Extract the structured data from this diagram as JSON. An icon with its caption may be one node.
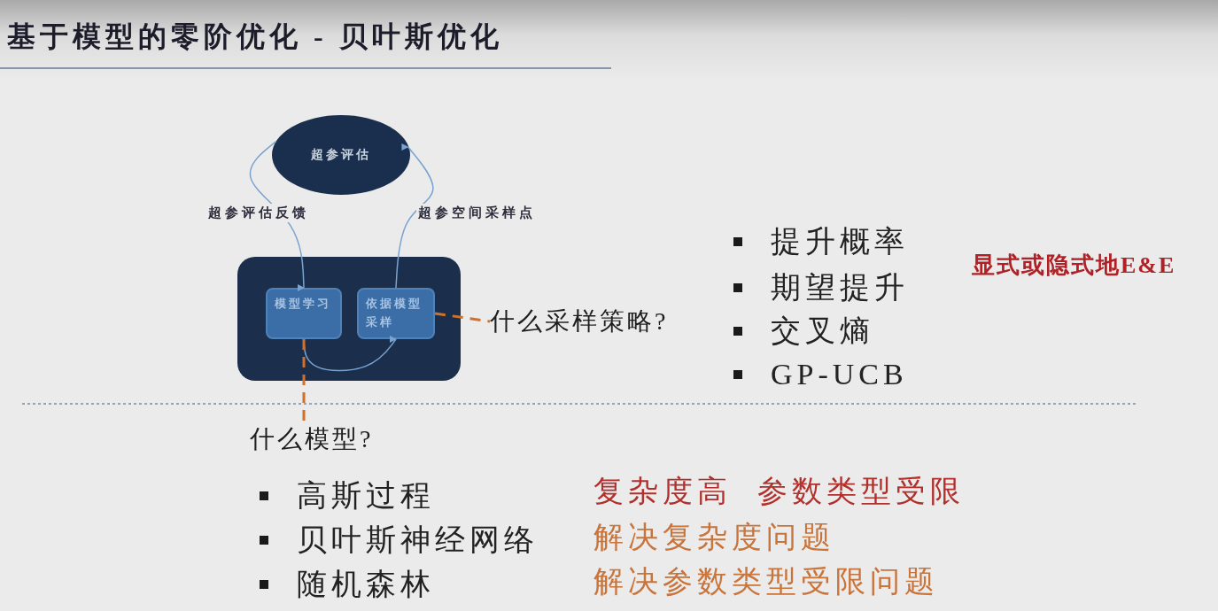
{
  "diagram": {
    "title": "基于模型的零阶优化 - 贝叶斯优化",
    "nodes": [
      {
        "text": [
          "超参评估"
        ]
      },
      {
        "text": [],
        "shape": "box"
      },
      {
        "text": [
          "模型学习"
        ],
        "in": 1
      },
      {
        "text": [
          "依据模型采样"
        ],
        "in": 1
      },
      {
        "text": [
          "什么采样策略?"
        ]
      },
      {
        "text": [
          "什么模型?"
        ]
      }
    ],
    "edges": [
      {
        "from": 0,
        "to": 2,
        "arrow": "to",
        "label": "超参评估反馈"
      },
      {
        "from": 3,
        "to": 0,
        "arrow": "to",
        "label": "超参空间采样点"
      },
      {
        "from": 2,
        "to": 3,
        "arrow": "to"
      },
      {
        "from": 3,
        "to": 4,
        "arrow": "none",
        "style": "dashed",
        "color": "#d0702a"
      },
      {
        "from": 2,
        "to": 5,
        "arrow": "none",
        "style": "dashed",
        "color": "#d0702a"
      }
    ],
    "labels": [
      "提升概率",
      "期望提升",
      "交叉熵",
      "GP-UCB",
      "显式或隐式地E&E",
      "高斯过程",
      "复杂度高",
      "参数类型受限",
      "贝叶斯神经网络",
      "解决复杂度问题",
      "随机森林",
      "解决参数类型受限问题"
    ]
  }
}
